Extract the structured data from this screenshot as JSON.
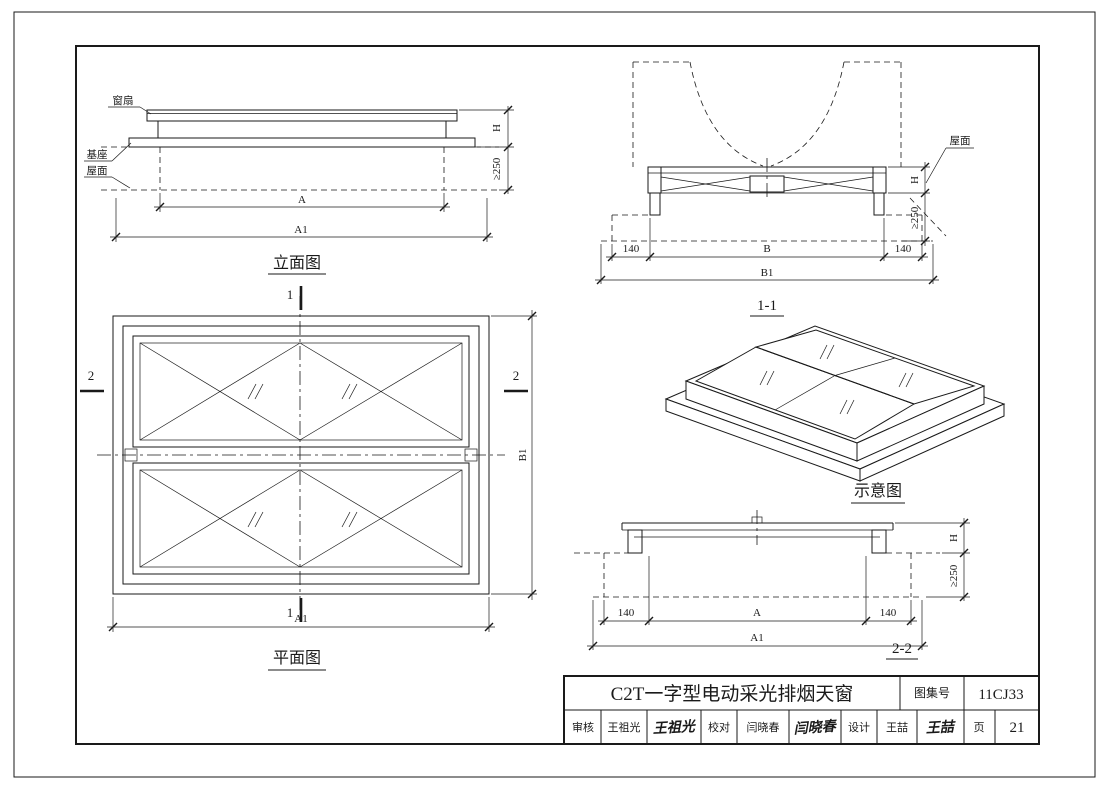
{
  "views": {
    "elevation": {
      "label": "立面图",
      "callouts": {
        "sash": "窗扇",
        "base": "基座",
        "roof": "屋面"
      },
      "dims": {
        "width": "A",
        "overall_width": "A1",
        "height": "H",
        "min_height": "≥250"
      }
    },
    "section_1_1": {
      "label": "1-1",
      "callouts": {
        "roof": "屋面"
      },
      "dims": {
        "left_margin": "140",
        "width": "B",
        "right_margin": "140",
        "overall_width": "B1",
        "height": "H",
        "min_height": "≥250"
      }
    },
    "plan": {
      "label": "平面图",
      "marks": {
        "section1": "1",
        "section2": "2"
      },
      "dims": {
        "width": "A1",
        "depth": "B1"
      }
    },
    "isometric": {
      "label": "示意图"
    },
    "section_2_2": {
      "label": "2-2",
      "dims": {
        "left_margin": "140",
        "width": "A",
        "right_margin": "140",
        "overall_width": "A1",
        "height": "H",
        "min_height": "≥250"
      }
    }
  },
  "title_block": {
    "title": "C2T一字型电动采光排烟天窗",
    "atlas_label": "图集号",
    "atlas_no": "11CJ33",
    "page_label": "页",
    "page_no": "21",
    "reviewer_label": "审核",
    "reviewer_name": "王祖光",
    "reviewer_signature": "王祖光",
    "checker_label": "校对",
    "checker_name": "闫晓春",
    "checker_signature": "闫晓春",
    "designer_label": "设计",
    "designer_name": "王喆",
    "designer_signature": "王喆"
  }
}
